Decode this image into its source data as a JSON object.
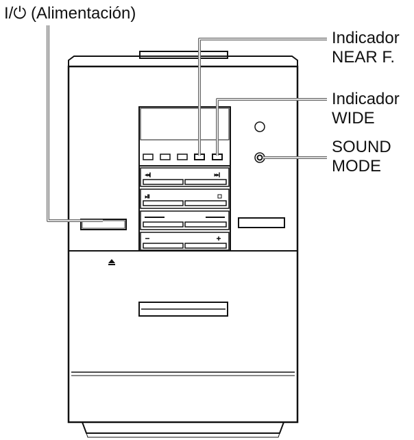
{
  "labels": {
    "power": "I/⏻ (Alimentación)",
    "near_line1": "Indicador",
    "near_line2": "NEAR F.",
    "wide_line1": "Indicador",
    "wide_line2": "WIDE",
    "sound_line1": "SOUND",
    "sound_line2": "MODE"
  },
  "icons": {
    "prev": "prev-track-icon",
    "next": "next-track-icon",
    "play_pause": "play-pause-icon",
    "stop": "stop-icon",
    "minus": "volume-down-icon",
    "plus": "volume-up-icon",
    "eject": "eject-icon"
  }
}
